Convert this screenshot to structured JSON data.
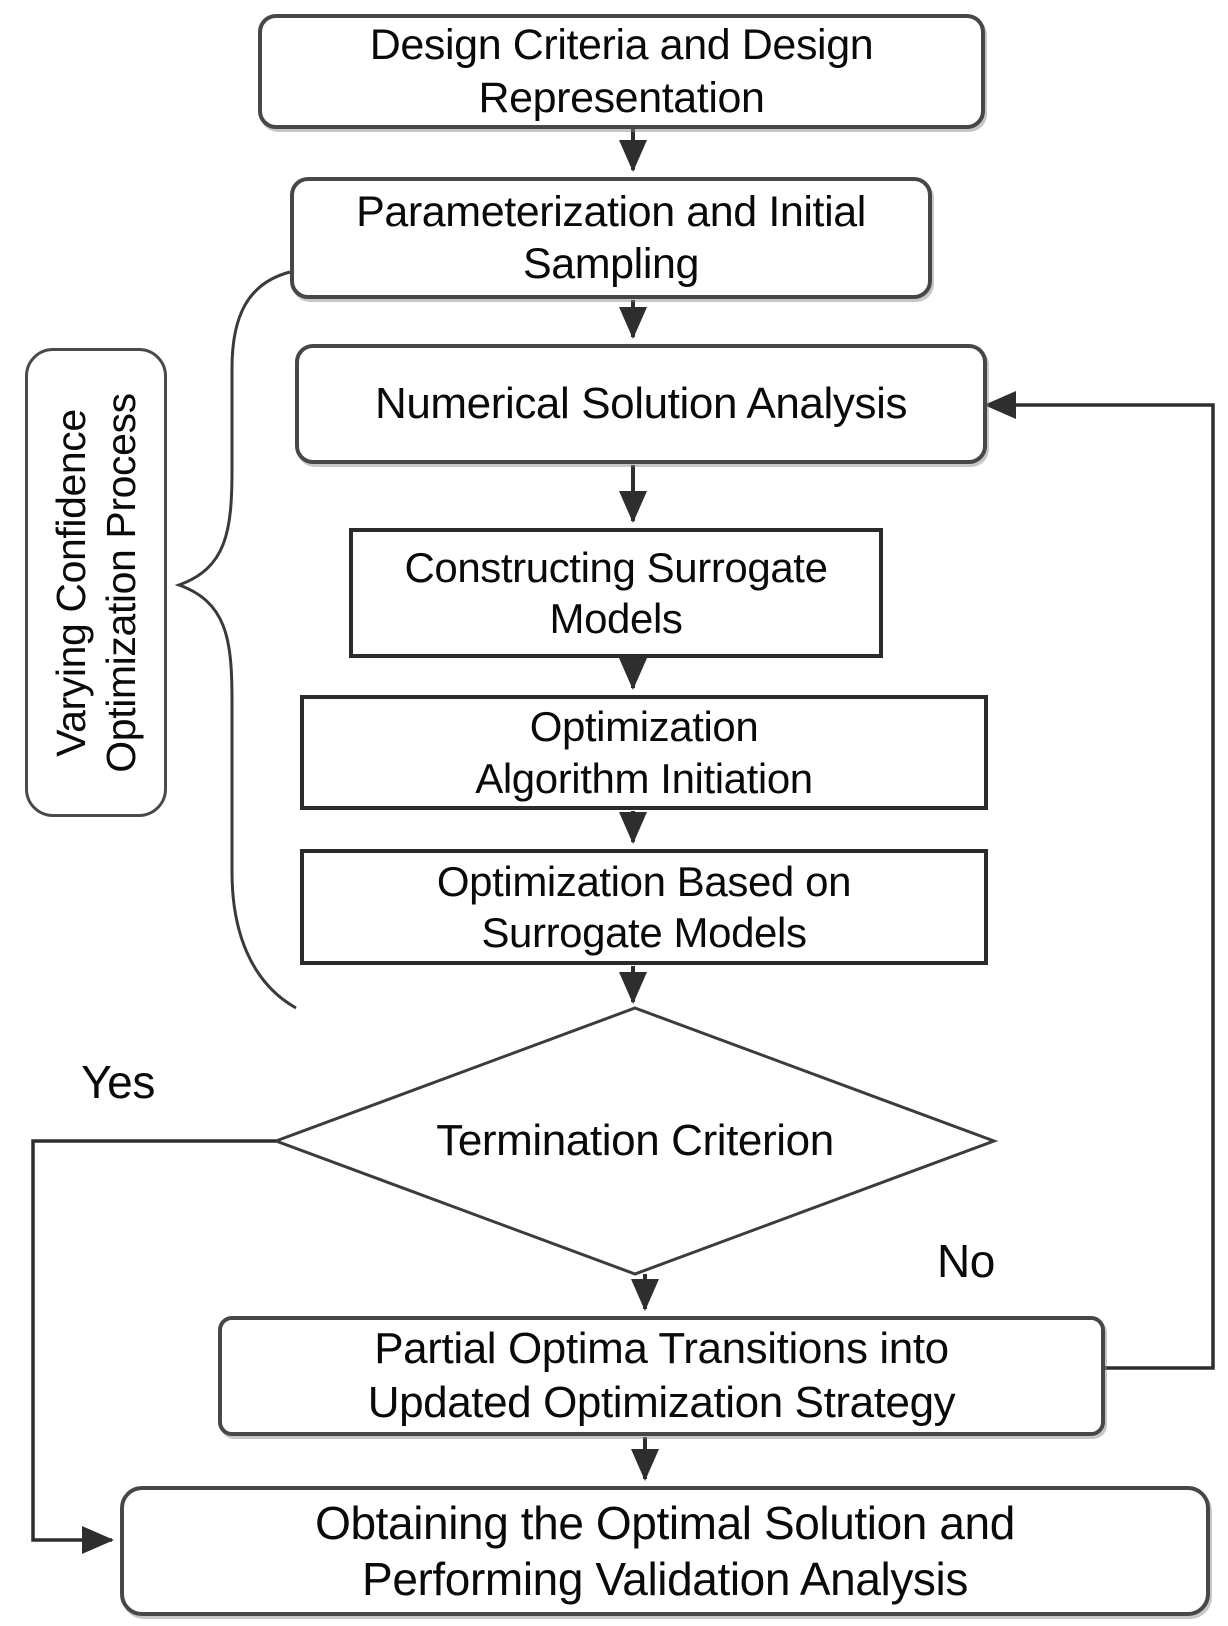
{
  "figure": {
    "type": "flowchart",
    "description": "Varying confidence optimization process flowchart"
  },
  "side_label": {
    "lines": [
      "Varying Confidence",
      "Optimization Process"
    ]
  },
  "nodes": {
    "design_criteria": {
      "shape": "rounded",
      "lines": [
        "Design Criteria and Design",
        "Representation"
      ]
    },
    "parameterization": {
      "shape": "rounded",
      "lines": [
        "Parameterization and Initial",
        "Sampling"
      ]
    },
    "numerical_solution": {
      "shape": "rounded",
      "lines": [
        "Numerical Solution Analysis"
      ]
    },
    "constructing_surrogate": {
      "shape": "rect",
      "lines": [
        "Constructing Surrogate",
        "Models"
      ]
    },
    "algorithm_initiation": {
      "shape": "rect",
      "lines": [
        "Optimization",
        "Algorithm Initiation"
      ]
    },
    "optimization_surrogate": {
      "shape": "rect",
      "lines": [
        "Optimization Based on",
        "Surrogate Models"
      ]
    },
    "termination": {
      "shape": "diamond",
      "lines": [
        "Termination Criterion"
      ]
    },
    "partial_optima": {
      "shape": "rounded",
      "lines": [
        "Partial Optima Transitions into",
        "Updated Optimization Strategy"
      ]
    },
    "optimal_solution": {
      "shape": "rounded",
      "lines": [
        "Obtaining the Optimal Solution and",
        "Performing Validation Analysis"
      ]
    }
  },
  "branch_labels": {
    "yes": "Yes",
    "no": "No"
  },
  "colors": {
    "line": "#2e2e2e",
    "border_rounded": "#474747",
    "border_rect": "#2b2b2b",
    "text": "#0a0a0a",
    "bg": "#ffffff"
  }
}
